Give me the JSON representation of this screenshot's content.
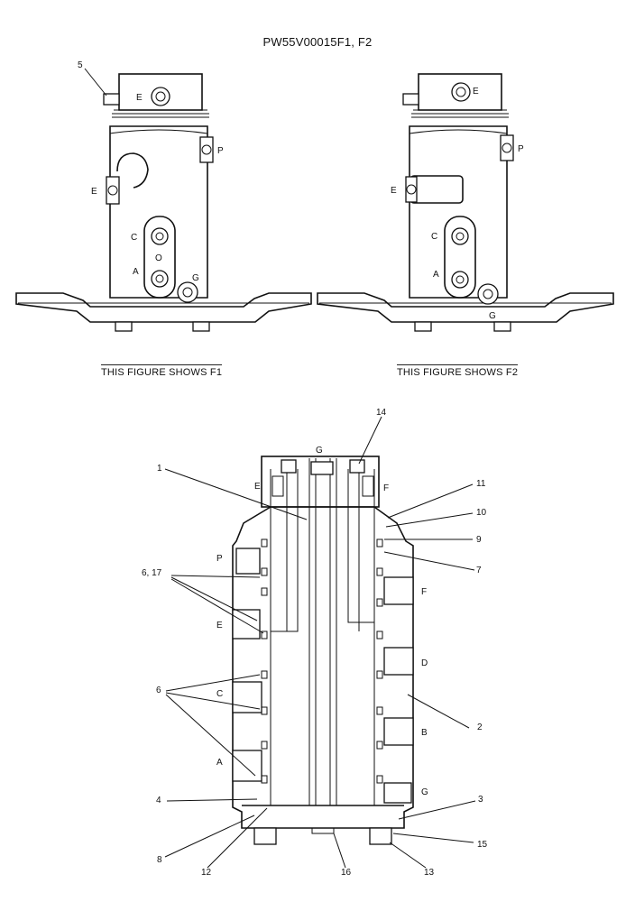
{
  "header": {
    "title": "PW55V00015F1, F2"
  },
  "captions": {
    "f1": "THIS FIGURE SHOWS  F1",
    "f2": "THIS FIGURE SHOWS  F2"
  },
  "view_f1": {
    "ports": {
      "e_top": "E",
      "p": "P",
      "e_side": "E",
      "c": "C",
      "o": "O",
      "a": "A",
      "g": "G"
    },
    "callout": "5"
  },
  "view_f2": {
    "ports": {
      "e_top": "E",
      "p": "P",
      "e_side": "E",
      "c": "C",
      "a": "A",
      "g": "G"
    }
  },
  "section": {
    "ports": {
      "g": "G",
      "e_top": "E",
      "f_top": "F",
      "p": "P",
      "e": "E",
      "c": "C",
      "a": "A",
      "f": "F",
      "d": "D",
      "b": "B",
      "g_low": "G"
    },
    "callouts": {
      "n1": "1",
      "n2": "2",
      "n3": "3",
      "n4": "4",
      "n6_17": "6, 17",
      "n6": "6",
      "n7": "7",
      "n8": "8",
      "n9": "9",
      "n10": "10",
      "n11": "11",
      "n12": "12",
      "n13": "13",
      "n14": "14",
      "n15": "15",
      "n16": "16"
    }
  }
}
